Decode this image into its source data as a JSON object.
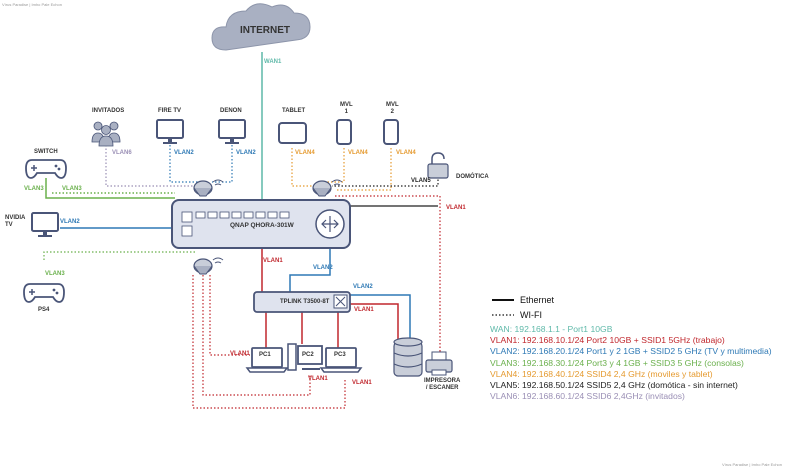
{
  "watermark_top": "Vírus Paradise | Imho Pale Echon",
  "watermark_bottom": "Vírus Paradise | Imho Pale Echon",
  "internet": "INTERNET",
  "wan_link": "WAN1",
  "nodes": {
    "invitados": "INVITADOS",
    "firetv": "FIRE TV",
    "denon": "DENON",
    "tablet": "TABLET",
    "mvl1": "MVL\n1",
    "mvl2": "MVL\n2",
    "switch": "SWITCH",
    "domotica": "DOMÓTICA",
    "nvidia": "NVIDIA\nTV",
    "ps4": "PS4",
    "qnap": "QNAP QHORA-301W",
    "tplink": "TPLINK T3500-8T",
    "pc1": "PC1",
    "pc2": "PC2",
    "pc3": "PC3",
    "impresora": "IMPRESORA\n/ ESCANER"
  },
  "vlan_labels": {
    "invitados": "VLAN6",
    "firetv": "VLAN2",
    "denon": "VLAN2",
    "tablet": "VLAN4",
    "mvl1": "VLAN4",
    "mvl2": "VLAN4",
    "switch_a": "VLAN3",
    "switch_b": "VLAN3",
    "domotica": "VLAN5",
    "impresora_wifi": "VLAN1",
    "nvidia": "VLAN2",
    "ps4": "VLAN3",
    "qnap_tplink_1": "VLAN1",
    "qnap_tplink_2": "VLAN2",
    "tplink_nas_2": "VLAN2",
    "tplink_nas_1": "VLAN1",
    "pc1": "VLAN1",
    "pc2": "VLAN1",
    "pc3": "VLAN1"
  },
  "legend": {
    "ethernet": "Ethernet",
    "wifi": "WI-FI",
    "items": [
      {
        "text": "WAN: 192.168.1.1 - Port1 10GB",
        "color": "#5fb9a9"
      },
      {
        "text": "VLAN1: 192.168.10.1/24 Port2 10GB + SSID1 5GHz (trabajo)",
        "color": "#c0272d"
      },
      {
        "text": "VLAN2: 192.168.20.1/24 Port1 y 2 1GB + SSID2 5 GHz (TV y multimedia)",
        "color": "#2e79b5"
      },
      {
        "text": "VLAN3: 192.168.30.1/24 Port3 y 4 1GB + SSID3 5 GHz (consolas)",
        "color": "#6ab04c"
      },
      {
        "text": "VLAN4: 192.168.40.1/24 SSID4  2,4 GHz (moviles y tablet)",
        "color": "#e59a2f"
      },
      {
        "text": "VLAN5: 192.168.50.1/24 SSID5 2,4 GHz (domótica - sin internet)",
        "color": "#222222"
      },
      {
        "text": "VLAN6: 192.168.60.1/24 SSID6 2,4GHz (invitados)",
        "color": "#9a8fb5"
      }
    ]
  },
  "colors": {
    "wan": "#5fb9a9",
    "vlan1": "#c0272d",
    "vlan2": "#2e79b5",
    "vlan3": "#6ab04c",
    "vlan4": "#e59a2f",
    "vlan5": "#222222",
    "vlan6": "#9a8fb5",
    "device": "#4a5578",
    "device_fill": "#dfe3ee"
  }
}
